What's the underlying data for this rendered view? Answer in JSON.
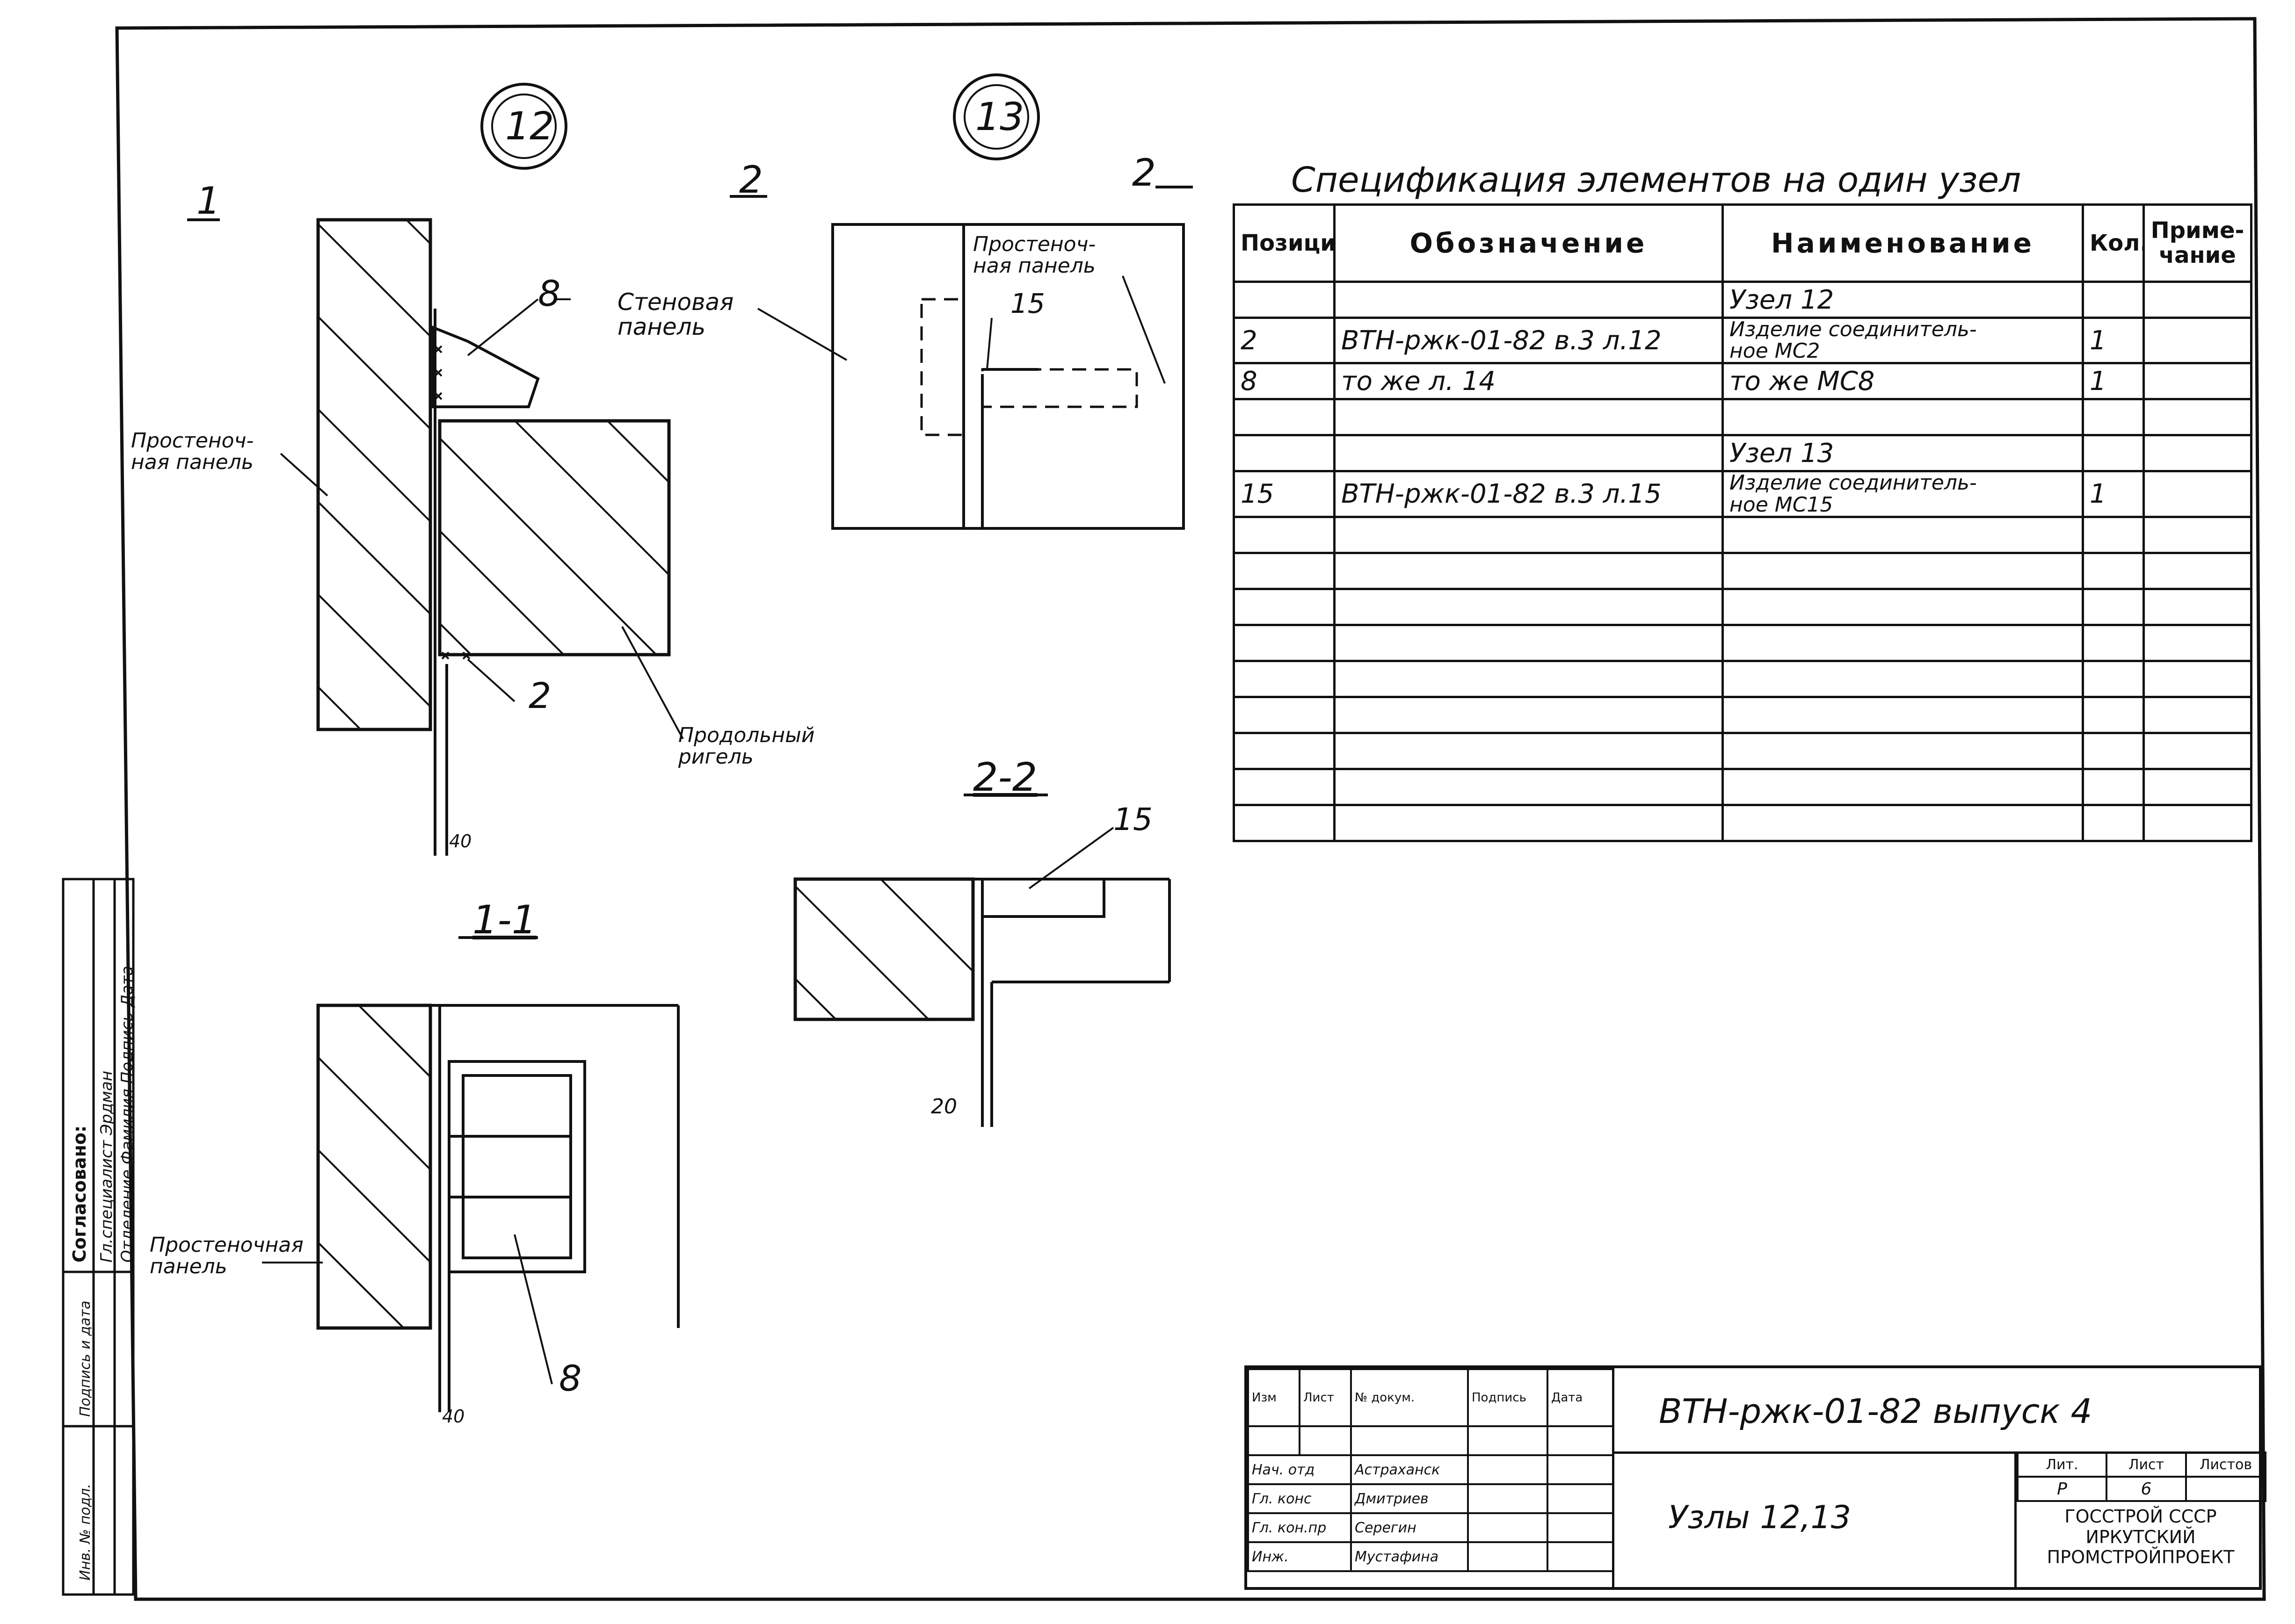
{
  "nodes": {
    "node_12": "12",
    "node_13": "13"
  },
  "sections": {
    "sec_1_arrow": "1",
    "sec_2_arrow_left": "2",
    "sec_2_arrow_right": "2",
    "sec_1_1": "1-1",
    "sec_2_2": "2-2"
  },
  "labels": {
    "pier_panel_top": "Простеноч-\nная панель",
    "pier_panel_13": "Простеноч-\nная панель",
    "wall_panel": "Стеновая\nпанель",
    "girder": "Продольный\nригель",
    "pier_panel_bottom": "Простеночная\nпанель",
    "pos_8_top": "8",
    "pos_2": "2",
    "pos_15_top": "15",
    "pos_15_sec": "15",
    "pos_8_bottom": "8",
    "dim_40_top": "40",
    "dim_40_bottom": "40",
    "dim_20": "20"
  },
  "spec": {
    "title": "Спецификация элементов на один узел",
    "headers": {
      "position": "Позиция",
      "designation": "Обозначение",
      "name": "Наименование",
      "qty": "Кол.",
      "note": "Приме-\nчание"
    },
    "rows": [
      {
        "position": "",
        "designation": "",
        "name": "Узел 12",
        "qty": "",
        "note": ""
      },
      {
        "position": "2",
        "designation": "ВТН-ржк-01-82 в.3 л.12",
        "name": "Изделие соединитель-\nное МС2",
        "qty": "1",
        "note": ""
      },
      {
        "position": "8",
        "designation": "то же л. 14",
        "name": "то же МС8",
        "qty": "1",
        "note": ""
      },
      {
        "position": "",
        "designation": "",
        "name": "",
        "qty": "",
        "note": ""
      },
      {
        "position": "",
        "designation": "",
        "name": "Узел 13",
        "qty": "",
        "note": ""
      },
      {
        "position": "15",
        "designation": "ВТН-ржк-01-82 в.3 л.15",
        "name": "Изделие соединитель-\nное МС15",
        "qty": "1",
        "note": ""
      },
      {
        "position": "",
        "designation": "",
        "name": "",
        "qty": "",
        "note": ""
      },
      {
        "position": "",
        "designation": "",
        "name": "",
        "qty": "",
        "note": ""
      },
      {
        "position": "",
        "designation": "",
        "name": "",
        "qty": "",
        "note": ""
      },
      {
        "position": "",
        "designation": "",
        "name": "",
        "qty": "",
        "note": ""
      },
      {
        "position": "",
        "designation": "",
        "name": "",
        "qty": "",
        "note": ""
      },
      {
        "position": "",
        "designation": "",
        "name": "",
        "qty": "",
        "note": ""
      },
      {
        "position": "",
        "designation": "",
        "name": "",
        "qty": "",
        "note": ""
      },
      {
        "position": "",
        "designation": "",
        "name": "",
        "qty": "",
        "note": ""
      },
      {
        "position": "",
        "designation": "",
        "name": "",
        "qty": "",
        "note": ""
      }
    ]
  },
  "title_block": {
    "headers": {
      "izm": "Изм",
      "list": "Лист",
      "doc_no": "№ докум.",
      "signature": "Подпись",
      "date": "Дата"
    },
    "staff": [
      {
        "role": "Нач. отд",
        "name": "Астраханск"
      },
      {
        "role": "Гл. конс",
        "name": "Дмитриев"
      },
      {
        "role": "Гл. кон.пр",
        "name": "Серегин"
      },
      {
        "role": "Инж.",
        "name": "Мустафина"
      }
    ],
    "code": "ВТН-ржк-01-82 выпуск 4",
    "drawing_name": "Узлы 12,13",
    "lit_header": "Лит.",
    "sheet_header": "Лист",
    "sheets_header": "Листов",
    "lit_value": "Р",
    "sheet_value": "6",
    "org_line1": "ГОССТРОЙ СССР",
    "org_line2": "ИРКУТСКИЙ",
    "org_line3": "ПРОМСТРОЙПРОЕКТ"
  },
  "approval": {
    "title": "Согласовано:",
    "row1": "Гл.специалист Эрдман",
    "row2": "Отделение Фамилия Подпись Дата",
    "inv_no": "Инв. № подл.",
    "sign_date": "Подпись и дата"
  }
}
